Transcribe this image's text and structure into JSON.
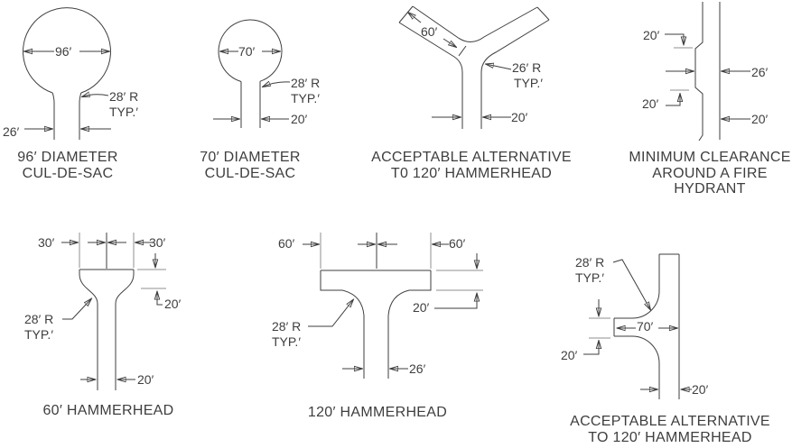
{
  "sheet": {
    "background": "#ffffff",
    "line_color": "#3e3e3e",
    "extension_line_color": "#8f8f8f"
  },
  "diagrams": [
    {
      "id": "cul-de-sac-96",
      "caption_lines": [
        "96′ DIAMETER",
        "CUL-DE-SAC"
      ],
      "labels": {
        "diameter": "96′",
        "radius": "28′ R",
        "typ": "TYP.′",
        "road_width": "26′"
      }
    },
    {
      "id": "cul-de-sac-70",
      "caption_lines": [
        "70′ DIAMETER",
        "CUL-DE-SAC"
      ],
      "labels": {
        "diameter": "70′",
        "radius": "28′ R",
        "typ": "TYP.′",
        "road_width": "20′"
      }
    },
    {
      "id": "y-alternative-hammerhead",
      "caption_lines": [
        "ACCEPTABLE ALTERNATIVE",
        "T0 120′ HAMMERHEAD"
      ],
      "labels": {
        "branch_length": "60′",
        "radius": "26′ R",
        "typ": "TYP.′",
        "road_width": "20′"
      }
    },
    {
      "id": "fire-hydrant-clearance",
      "caption_lines": [
        "MINIMUM CLEARANCE",
        "AROUND A FIRE",
        "HYDRANT"
      ],
      "labels": {
        "clearance_above": "20′",
        "width_at_hydrant": "26′",
        "clearance_below": "20′",
        "road_width": "20′"
      }
    },
    {
      "id": "hammerhead-60",
      "caption_lines": [
        "60′ HAMMERHEAD"
      ],
      "labels": {
        "left_arm": "30′",
        "right_arm": "30′",
        "arm_depth": "20′",
        "radius": "28′ R",
        "typ": "TYP.′",
        "road_width": "20′"
      }
    },
    {
      "id": "hammerhead-120",
      "caption_lines": [
        "120′ HAMMERHEAD"
      ],
      "labels": {
        "left_arm": "60′",
        "right_arm": "60′",
        "arm_depth": "20′",
        "radius": "28′ R",
        "typ": "TYP.′",
        "road_width": "26′"
      }
    },
    {
      "id": "alternative-120-hammerhead",
      "caption_lines": [
        "ACCEPTABLE ALTERNATIVE",
        "TO 120′ HAMMERHEAD"
      ],
      "labels": {
        "radius": "28′ R",
        "typ": "TYP.′",
        "stub_length": "70′",
        "stub_width": "20′",
        "road_width": "20′"
      }
    }
  ]
}
